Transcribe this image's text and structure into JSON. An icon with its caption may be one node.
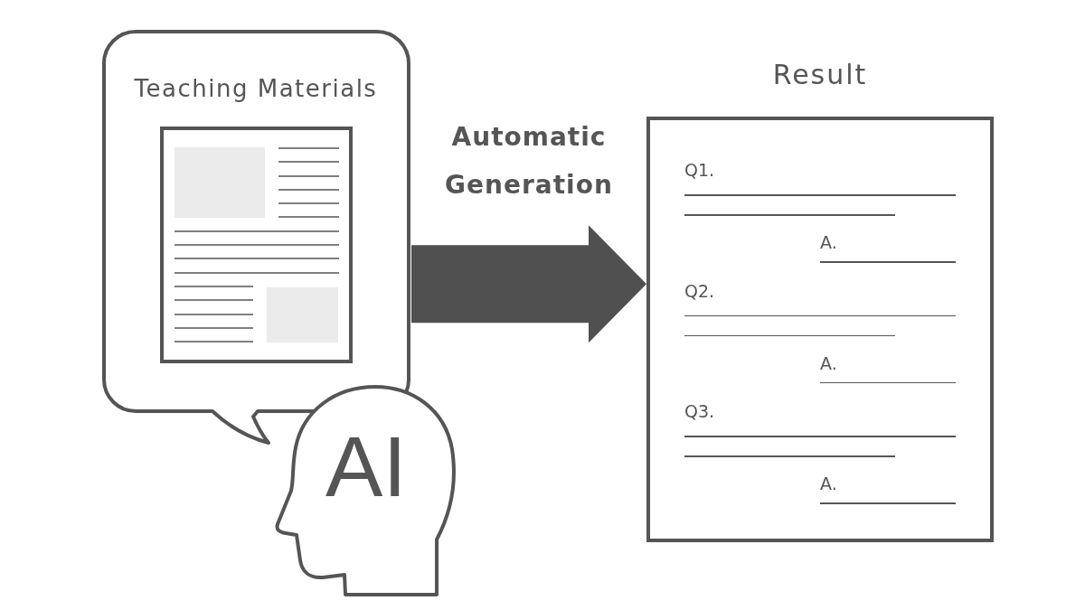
{
  "diagram": {
    "nodes": [
      {
        "text": [
          "Teaching Materials"
        ]
      },
      {
        "text": [],
        "shape": "picture",
        "in": 0
      },
      {
        "text": [
          "AI"
        ]
      },
      {
        "text": [
          "Result",
          "Q1.",
          "A.",
          "Q2.",
          "A.",
          "Q3.",
          "A."
        ]
      }
    ],
    "edges": [
      {
        "from": 0,
        "to": 3,
        "arrow": "to",
        "label": "Automatic Generation"
      }
    ]
  }
}
